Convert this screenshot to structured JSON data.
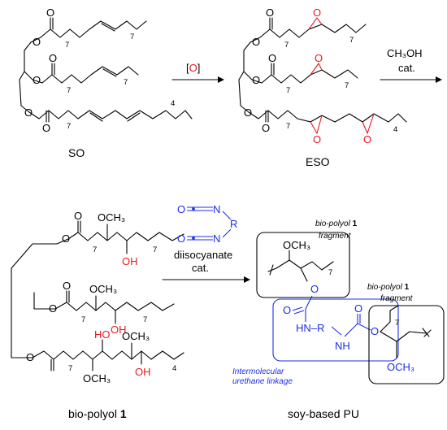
{
  "compounds": {
    "so": "SO",
    "eso": "ESO",
    "polyol": "bio-polyol",
    "polyol_number": "1",
    "pu": "soy-based PU"
  },
  "reagents": {
    "oxidant_open": "[",
    "oxidant": "O",
    "oxidant_close": "]",
    "methanol": "CH₃OH",
    "cat": "cat.",
    "diisocyanate": "diisocyanate",
    "cat2": "cat."
  },
  "atoms": {
    "O": "O",
    "OH": "OH",
    "OCH3": "OCH₃",
    "N": "N",
    "R": "R",
    "NH": "NH",
    "HN_R": "HN–R",
    "HO": "HO"
  },
  "subscripts": {
    "seven": "7",
    "four": "4"
  },
  "annotations": {
    "fragment_line1": "bio-polyol",
    "fragment_number": "1",
    "fragment_line2": "fragment",
    "linkage_line1": "Intermolecular",
    "linkage_line2": "urethane linkage"
  },
  "colors": {
    "oxygen": "#e8191f",
    "urethane": "#1b2fe8",
    "bonds": "#000000"
  }
}
